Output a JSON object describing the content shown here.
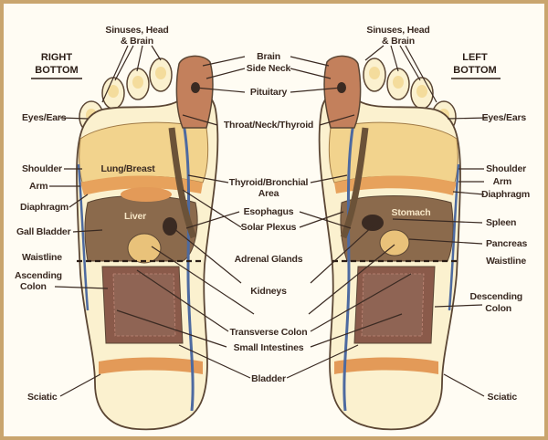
{
  "headers": {
    "right_bottom": [
      "RIGHT",
      "BOTTOM"
    ],
    "left_bottom": [
      "LEFT",
      "BOTTOM"
    ]
  },
  "labels": {
    "sinuses_right": [
      "Sinuses, Head",
      "& Brain"
    ],
    "sinuses_left": [
      "Sinuses, Head",
      "& Brain"
    ],
    "brain": "Brain",
    "side_neck": "Side Neck",
    "pituitary": "Pituitary",
    "eyes_ears_right": "Eyes/Ears",
    "eyes_ears_left": "Eyes/Ears",
    "throat": "Throat/Neck/Thyroid",
    "lung_breast": "Lung/Breast",
    "shoulder_right": "Shoulder",
    "shoulder_left": "Shoulder",
    "arm_right": "Arm",
    "arm_left": "Arm",
    "thyroid_bronchial": [
      "Thyroid/Bronchial",
      "Area"
    ],
    "diaphragm_right": "Diaphragm",
    "diaphragm_left": "Diaphragm",
    "liver": "Liver",
    "stomach": "Stomach",
    "esophagus": "Esophagus",
    "solar_plexus": "Solar Plexus",
    "spleen": "Spleen",
    "gall_bladder": "Gall Bladder",
    "pancreas": "Pancreas",
    "waistline_right": "Waistline",
    "waistline_left": "Waistline",
    "adrenal": "Adrenal Glands",
    "ascending": [
      "Ascending",
      "Colon"
    ],
    "descending": [
      "Descending",
      "Colon"
    ],
    "kidneys": "Kidneys",
    "transverse": "Transverse Colon",
    "small_int": "Small Intestines",
    "bladder": "Bladder",
    "sciatic_right": "Sciatic",
    "sciatic_left": "Sciatic"
  },
  "colors": {
    "background": "#efe4cc",
    "border": "#c9a56e",
    "foot": "#fbf1cf",
    "outline": "#5b4634",
    "lung": "#f2d38d",
    "diaphragm": "#e7a25c",
    "liver": "#8b6a4c",
    "gall": "#e9c27a",
    "colon": "#8a5a4a",
    "spine": "#4d6aa0",
    "heel": "#e39a58",
    "head": "#c3805c",
    "throat": "#6b5238"
  }
}
